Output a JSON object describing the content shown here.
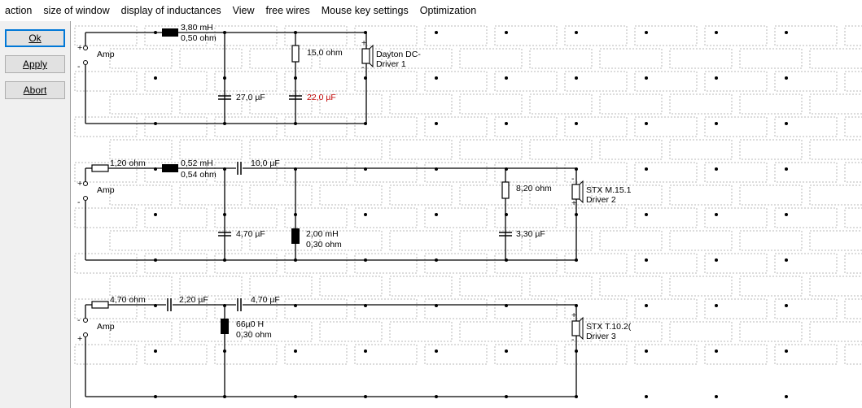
{
  "menu": [
    "action",
    "size of window",
    "display of inductances",
    "View",
    "free wires",
    "Mouse key settings",
    "Optimization"
  ],
  "buttons": {
    "ok": "Ok",
    "apply": "Apply",
    "abort": "Abort"
  },
  "colors": {
    "highlight": "#c00000",
    "grid": "#b8b8b8",
    "wire": "#000000"
  },
  "circuits": [
    {
      "amp_label": "Amp",
      "polarity_top": "+",
      "polarity_bottom": "-",
      "components": [
        {
          "type": "inductor",
          "lines": [
            "3,80 mH",
            "0,50 ohm"
          ]
        },
        {
          "type": "resistor",
          "lines": [
            "15,0 ohm"
          ]
        },
        {
          "type": "capacitor",
          "lines": [
            "27,0 µF"
          ]
        },
        {
          "type": "capacitor",
          "lines": [
            "22,0 µF"
          ],
          "highlight": true
        }
      ],
      "driver": {
        "lines": [
          "Dayton DC-",
          "Driver 1"
        ],
        "polarity_top": "+",
        "polarity_bottom": "-"
      }
    },
    {
      "amp_label": "Amp",
      "polarity_top": "+",
      "polarity_bottom": "-",
      "components": [
        {
          "type": "resistor",
          "lines": [
            "1,20 ohm"
          ]
        },
        {
          "type": "inductor",
          "lines": [
            "0,52 mH",
            "0,54 ohm"
          ]
        },
        {
          "type": "capacitor",
          "lines": [
            "10,0 µF"
          ]
        },
        {
          "type": "resistor",
          "lines": [
            "8,20 ohm"
          ]
        },
        {
          "type": "capacitor",
          "lines": [
            "4,70 µF"
          ]
        },
        {
          "type": "inductor",
          "lines": [
            "2,00 mH",
            "0,30 ohm"
          ]
        },
        {
          "type": "capacitor",
          "lines": [
            "3,30 µF"
          ]
        }
      ],
      "driver": {
        "lines": [
          "STX M.15.1",
          "Driver 2"
        ],
        "polarity_top": "-",
        "polarity_bottom": "+"
      }
    },
    {
      "amp_label": "Amp",
      "polarity_top": "-",
      "polarity_bottom": "+",
      "components": [
        {
          "type": "resistor",
          "lines": [
            "4,70 ohm"
          ]
        },
        {
          "type": "capacitor",
          "lines": [
            "2,20 µF"
          ]
        },
        {
          "type": "capacitor",
          "lines": [
            "4,70 µF"
          ]
        },
        {
          "type": "inductor",
          "lines": [
            "66µ0 H",
            "0,30 ohm"
          ]
        }
      ],
      "driver": {
        "lines": [
          "STX T.10.2(",
          "Driver 3"
        ],
        "polarity_top": "+",
        "polarity_bottom": "-"
      }
    }
  ]
}
